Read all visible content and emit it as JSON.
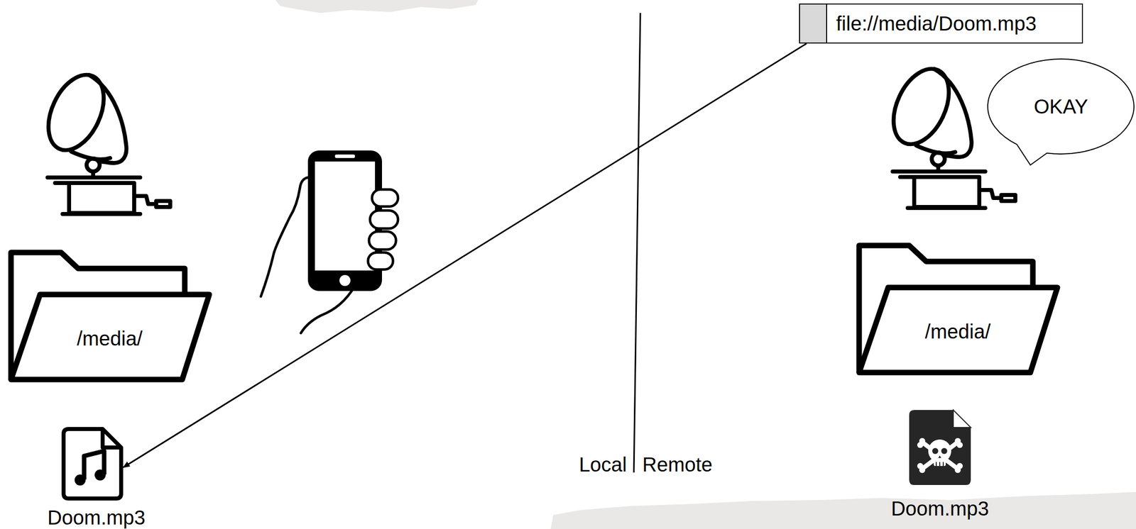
{
  "diagram": {
    "nodes": [
      {
        "text": [
          "file://media/Doom.mp3"
        ]
      },
      {
        "text": [
          "OKAY"
        ]
      },
      {
        "text": [
          "/media/"
        ]
      },
      {
        "text": [
          "/media/"
        ]
      },
      {
        "text": [
          "Doom.mp3"
        ]
      },
      {
        "text": [
          "Doom.mp3"
        ]
      }
    ],
    "edges": [
      {
        "from": 0,
        "to": 4,
        "arrow": "to"
      }
    ],
    "labels": [
      "Local",
      "Remote"
    ]
  }
}
